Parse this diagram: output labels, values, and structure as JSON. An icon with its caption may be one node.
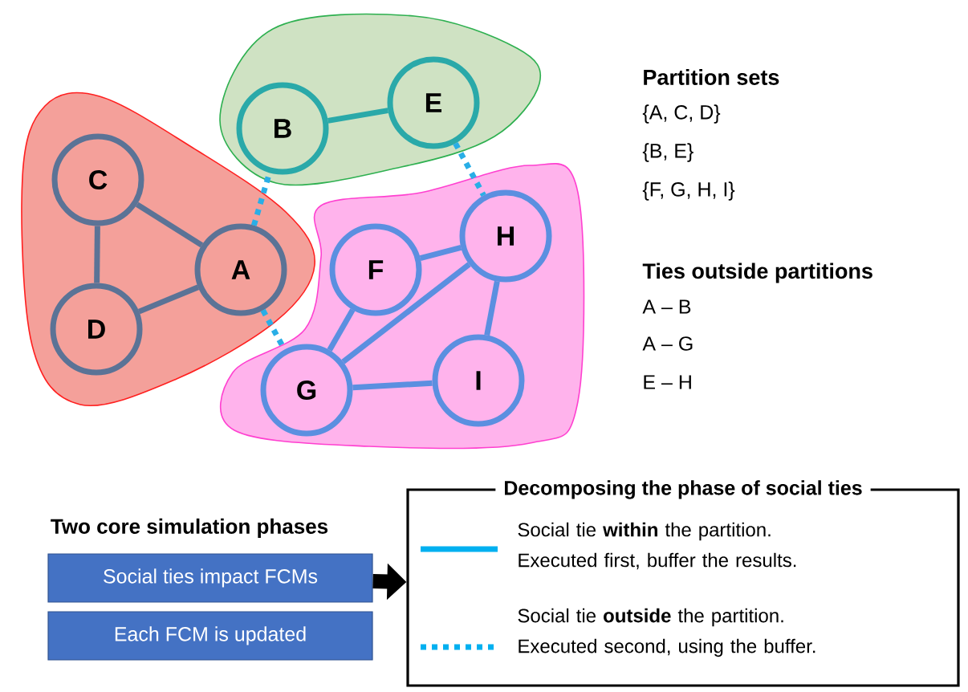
{
  "diagram": {
    "nodes": [
      {
        "text": [],
        "shape": "cloud"
      },
      {
        "text": [
          "C"
        ],
        "in": 0
      },
      {
        "text": [
          "A"
        ],
        "in": 0
      },
      {
        "text": [
          "D"
        ],
        "in": 0
      },
      {
        "text": [],
        "shape": "cloud"
      },
      {
        "text": [
          "B"
        ],
        "in": 4
      },
      {
        "text": [
          "E"
        ],
        "in": 4
      },
      {
        "text": [],
        "shape": "cloud"
      },
      {
        "text": [
          "F"
        ],
        "in": 7
      },
      {
        "text": [
          "H"
        ],
        "in": 7
      },
      {
        "text": [
          "G"
        ],
        "in": 7
      },
      {
        "text": [
          "I"
        ],
        "in": 7
      },
      {
        "text": [
          "Social ties impact FCMs"
        ]
      },
      {
        "text": [
          "Each FCM is updated"
        ]
      },
      {
        "text": [
          "Decomposing the phase of social ties"
        ]
      }
    ],
    "edges": [
      {
        "from": 1,
        "to": 2,
        "arrow": "none",
        "color": "#5b7396"
      },
      {
        "from": 1,
        "to": 3,
        "arrow": "none",
        "color": "#5b7396"
      },
      {
        "from": 3,
        "to": 2,
        "arrow": "none",
        "color": "#5b7396"
      },
      {
        "from": 5,
        "to": 6,
        "arrow": "none",
        "color": "#2aa9a9"
      },
      {
        "from": 8,
        "to": 9,
        "arrow": "none",
        "color": "#5b8fe0"
      },
      {
        "from": 8,
        "to": 10,
        "arrow": "none",
        "color": "#5b8fe0"
      },
      {
        "from": 10,
        "to": 9,
        "arrow": "none",
        "color": "#5b8fe0"
      },
      {
        "from": 10,
        "to": 11,
        "arrow": "none",
        "color": "#5b8fe0"
      },
      {
        "from": 9,
        "to": 11,
        "arrow": "none",
        "color": "#5b8fe0"
      },
      {
        "from": 2,
        "to": 5,
        "arrow": "none",
        "style": "dashed",
        "color": "#29aee6"
      },
      {
        "from": 2,
        "to": 10,
        "arrow": "none",
        "style": "dashed",
        "color": "#29aee6"
      },
      {
        "from": 6,
        "to": 9,
        "arrow": "none",
        "style": "dashed",
        "color": "#29aee6"
      },
      {
        "from": 12,
        "to": 14,
        "arrow": "to",
        "style": "thick",
        "color": "#000000"
      }
    ],
    "labels": [
      "Partition sets",
      "{A, C, D}",
      "{B, E}",
      "{F, G, H, I}",
      "Ties outside partitions",
      "A – B",
      "A – G",
      "E – H",
      "Two core simulation phases"
    ],
    "legend": [
      {
        "text": "Social tie **within** the partition. Executed first, buffer the results."
      },
      {
        "text": "Social tie **outside** the partition. Executed second, using the buffer."
      }
    ]
  }
}
